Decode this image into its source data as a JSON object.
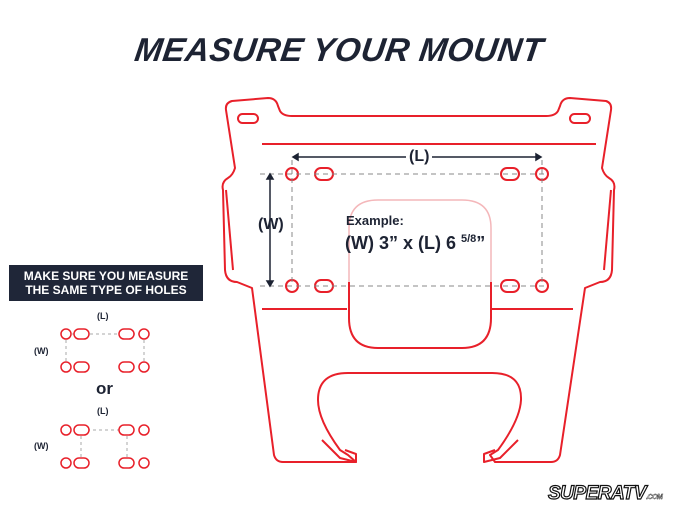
{
  "title": "MEASURE YOUR MOUNT",
  "banner": {
    "line1": "MAKE SURE YOU MEASURE",
    "line2": "THE SAME TYPE OF HOLES"
  },
  "main_diagram": {
    "length_label": "(L)",
    "width_label": "(W)",
    "example_heading": "Example:",
    "example_value_prefix": "(W) 3” x (L) 6 ",
    "example_fraction": "5/8",
    "example_suffix": "”",
    "line_color": "#e8202a",
    "dimension_color": "#1d2333"
  },
  "hole_examples": [
    {
      "length_label": "(L)",
      "width_label": "(W)",
      "measure_between": "round holes"
    },
    {
      "length_label": "(L)",
      "width_label": "(W)",
      "measure_between": "slotted holes"
    }
  ],
  "separator": "or",
  "logo": {
    "text": "SUPERATV",
    "suffix": ".COM"
  }
}
